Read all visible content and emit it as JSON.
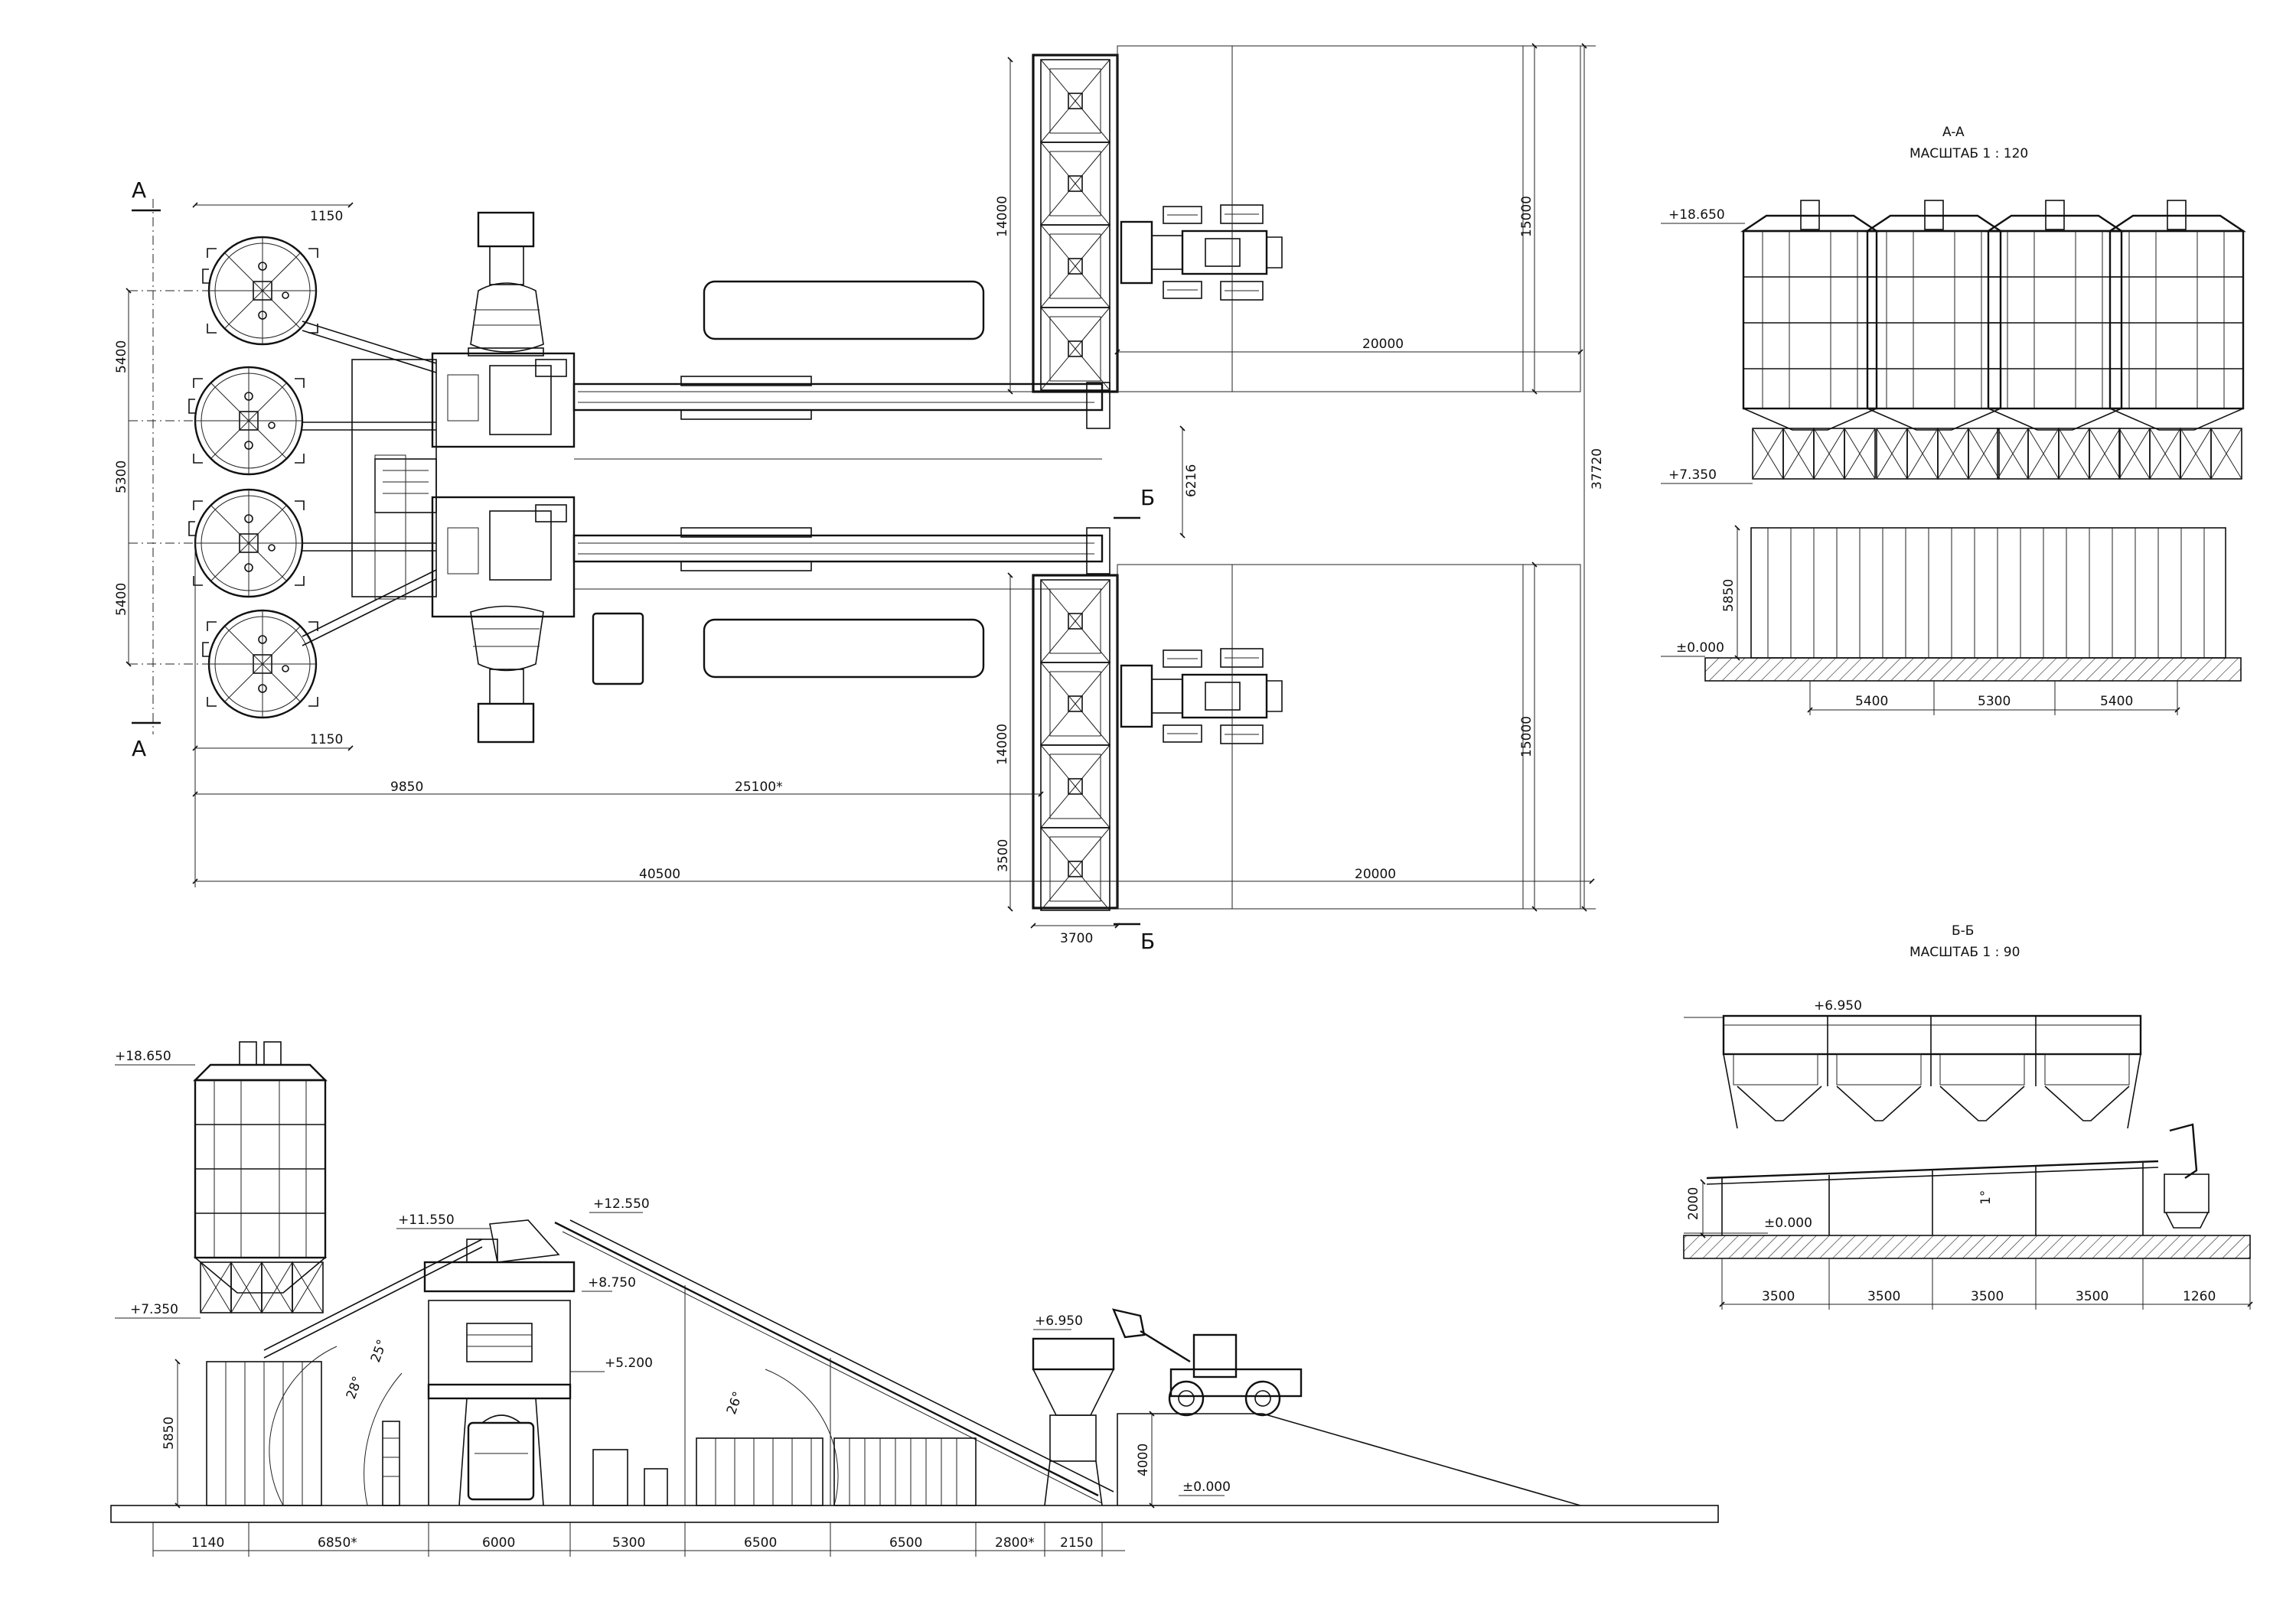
{
  "plan": {
    "dims": {
      "d1150_top": "1150",
      "d1150_bot": "1150",
      "d5400_a": "5400",
      "d5300": "5300",
      "d5400_b": "5400",
      "d9850": "9850",
      "d25100": "25100*",
      "d40500": "40500",
      "d20000_top": "20000",
      "d20000_bot": "20000",
      "d14000_top": "14000",
      "d14000_bot": "14000",
      "d15000_top": "15000",
      "d15000_bot": "15000",
      "d37720": "37720",
      "d6216": "6216",
      "d3500": "3500",
      "d3700": "3700"
    },
    "cut_marks": {
      "a_top": "A",
      "a_bot": "A",
      "b_top": "Б",
      "b_bot": "Б"
    }
  },
  "section_aa": {
    "title": "A-A",
    "scale": "МАСШТАБ 1 : 120",
    "levels": {
      "top": "+18.650",
      "mid": "+7.350",
      "zero": "±0.000"
    },
    "dims": {
      "h5850": "5850",
      "w5400_a": "5400",
      "w5300": "5300",
      "w5400_b": "5400"
    }
  },
  "section_bb": {
    "title": "Б-Б",
    "scale": "МАСШТАБ 1 : 90",
    "levels": {
      "top": "+6.950",
      "zero": "±0.000"
    },
    "dims": {
      "h2000": "2000",
      "slope": "1°",
      "w1": "3500",
      "w2": "3500",
      "w3": "3500",
      "w4": "3500",
      "w5": "1260"
    }
  },
  "elevation": {
    "levels": {
      "l1": "+18.650",
      "l2": "+11.550",
      "l3": "+12.550",
      "l4": "+8.750",
      "l5": "+7.350",
      "l6": "+5.200",
      "l7": "+6.950",
      "l8": "±0.000"
    },
    "angles": {
      "a25": "25°",
      "a28": "28°",
      "a26": "26°"
    },
    "heights": {
      "h5850": "5850",
      "h4000": "4000"
    },
    "bottom_dims": [
      "1140",
      "6850*",
      "6000",
      "5300",
      "6500",
      "6500",
      "2800*",
      "2150"
    ]
  }
}
